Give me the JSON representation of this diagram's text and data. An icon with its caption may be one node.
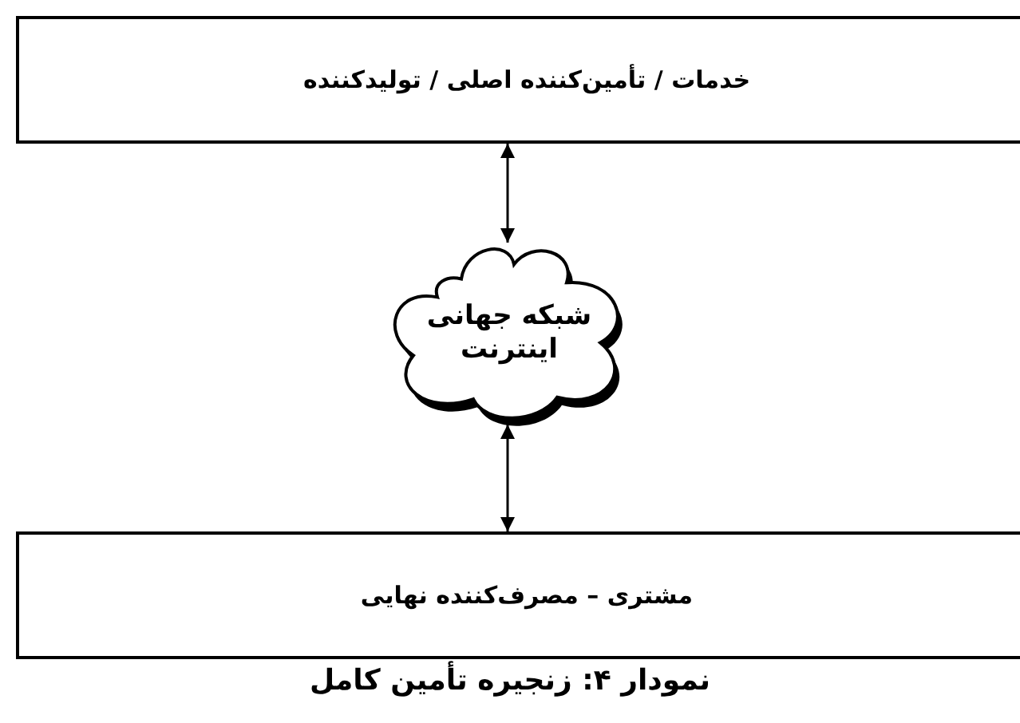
{
  "diagram": {
    "caption": "نمودار ۴: زنجیره تأمین کامل",
    "nodes": [
      {
        "text": [
          "خدمات / تأمین‌کننده اصلی / تولیدکننده"
        ]
      },
      {
        "text": [
          "شبکه جهانی اینترنت"
        ]
      },
      {
        "text": [
          "مشتری – مصرف‌کننده نهایی"
        ]
      }
    ],
    "edges": [
      {
        "from": 0,
        "to": 1,
        "arrow": "both"
      },
      {
        "from": 1,
        "to": 2,
        "arrow": "both"
      }
    ]
  }
}
